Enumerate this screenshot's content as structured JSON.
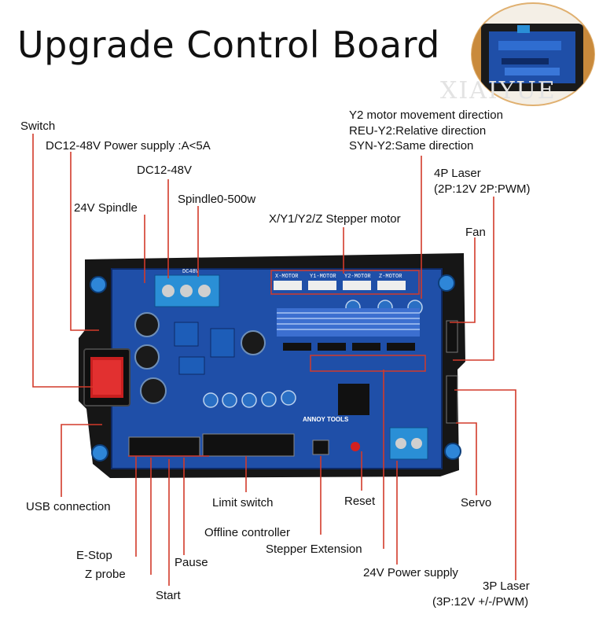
{
  "title": "Upgrade Control Board",
  "watermark": "XIAIYUE",
  "board": {
    "silkscreen": [
      "X-MOTOR",
      "Y1-MOTOR",
      "Y2-MOTOR",
      "Z-MOTOR"
    ],
    "logo": "ANNOY TOOLS",
    "power_header": "DC48V"
  },
  "labels": {
    "switch": "Switch",
    "dc_power": "DC12-48V Power supply :A<5A",
    "dc12_48": "DC12-48V",
    "spindle24": "24V Spindle",
    "spindle500": "Spindle0-500w",
    "stepper": "X/Y1/Y2/Z Stepper motor",
    "y2_dir": "Y2 motor movement direction",
    "reu": "REU-Y2:Relative direction",
    "syn": "SYN-Y2:Same direction",
    "laser4p": "4P Laser",
    "laser4p_sub": "(2P:12V 2P:PWM)",
    "fan": "Fan",
    "usb": "USB connection",
    "limit": "Limit switch",
    "reset": "Reset",
    "servo": "Servo",
    "offline": "Offline controller",
    "stepper_ext": "Stepper Extension",
    "estop": "E-Stop",
    "zprobe": "Z probe",
    "pause": "Pause",
    "start": "Start",
    "power24": "24V Power supply",
    "laser3p": "3P Laser",
    "laser3p_sub": "(3P:12V +/-/PWM)"
  },
  "colors": {
    "leader": "#d23a2a",
    "board": "#1f4fa8",
    "board_dark": "#0e2a66",
    "frame": "#1a1a1a",
    "terminal": "#2a8fd6"
  }
}
